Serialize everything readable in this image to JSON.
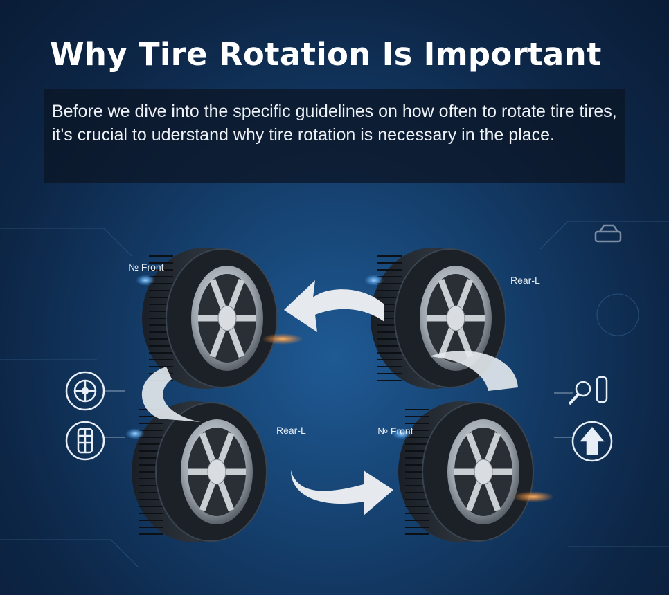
{
  "title": "Why Tire Rotation Is Important",
  "intro": "Before we dive into the specific guidelines on how often to rotate tire tires, it's crucial to uderstand why tire rotation is necessary in the place.",
  "labels": {
    "top_left": "№ Front",
    "top_right": "Rear-L",
    "bottom_left": "Rear-L",
    "bottom_right": "№ Front"
  },
  "icons": {
    "left": [
      "wheel-icon",
      "tire-tread-icon"
    ],
    "right": [
      "magnifier-tire-icon",
      "up-arrow-icon"
    ],
    "corner": "car-icon"
  },
  "colors": {
    "accent_glow": "#4aa8ff",
    "orange_glow": "#ff8a2a",
    "arrow": "#e8ecf0"
  }
}
